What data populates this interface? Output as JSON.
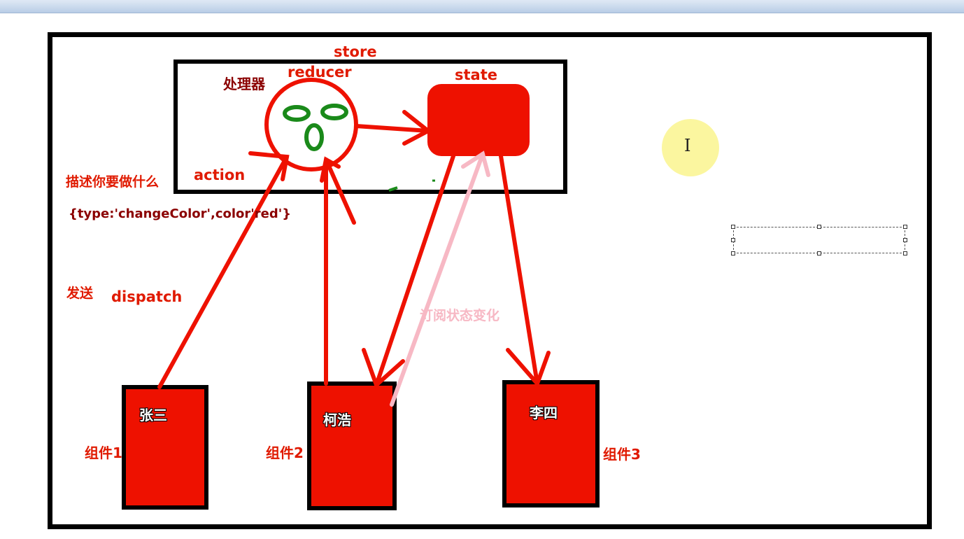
{
  "diagram": {
    "store_label": "store",
    "reducer_label": "reducer",
    "processor_label": "处理器",
    "state_label": "state",
    "describe_label": "描述你要做什么",
    "action_label": "action",
    "action_example": "{type:'changeColor',color'red'}",
    "send_label": "发送",
    "dispatch_label": "dispatch",
    "subscribe_label": "订阅状态变化",
    "components": [
      {
        "name": "张三",
        "caption": "组件1"
      },
      {
        "name": "柯浩",
        "caption": "组件2"
      },
      {
        "name": "李四",
        "caption": "组件3"
      }
    ]
  },
  "colors": {
    "arrow": "#ee1100",
    "component_fill": "#ee1100",
    "subscribe_arrow": "#f7b8c4",
    "reducer_face": "#1a8a1a",
    "cursor_halo": "#fbf69a"
  }
}
